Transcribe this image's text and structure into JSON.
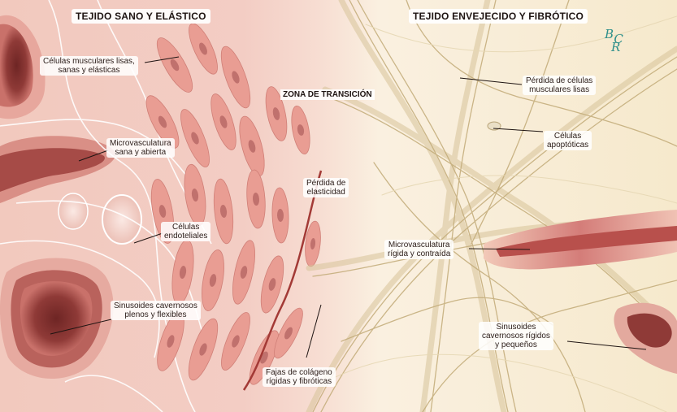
{
  "titles": {
    "healthy": "TEJIDO SANO Y ELÁSTICO",
    "aged": "TEJIDO ENVEJECIDO Y FIBRÓTICO"
  },
  "zone": "ZONA DE TRANSICIÓN",
  "labels": {
    "smooth_muscle": [
      "Células musculares lisas,",
      "sanas y elásticas"
    ],
    "microvasculature_healthy": [
      "Microvasculatura",
      "sana y abierta"
    ],
    "endothelial": [
      "Células",
      "endoteliales"
    ],
    "sinusoids_healthy": [
      "Sinusoides cavernosos",
      "plenos y flexibles"
    ],
    "elasticity_loss": [
      "Pérdida de",
      "elasticidad"
    ],
    "collagen": [
      "Fajas de colágeno",
      "rígidas y fibróticas"
    ],
    "muscle_loss": [
      "Pérdida de células",
      "musculares lisas"
    ],
    "apoptotic": [
      "Células",
      "apoptóticas"
    ],
    "microvasculature_rigid": [
      "Microvasculatura",
      "rígida y contraída"
    ],
    "sinusoids_rigid": [
      "Sinusoides",
      "cavernosos rígidos",
      "y pequeños"
    ]
  },
  "signature": [
    "B",
    "C",
    "R"
  ],
  "colors": {
    "healthy_background": "#f3cdc4",
    "fibrotic_background": "#f7ecd2",
    "muscle_cell": "#e99d93",
    "nucleus": "#c0716d",
    "vessel_dark": "#7b2d2b",
    "collagen_fiber": "#d8c49a",
    "accent_signature": "#2e8f8a"
  }
}
